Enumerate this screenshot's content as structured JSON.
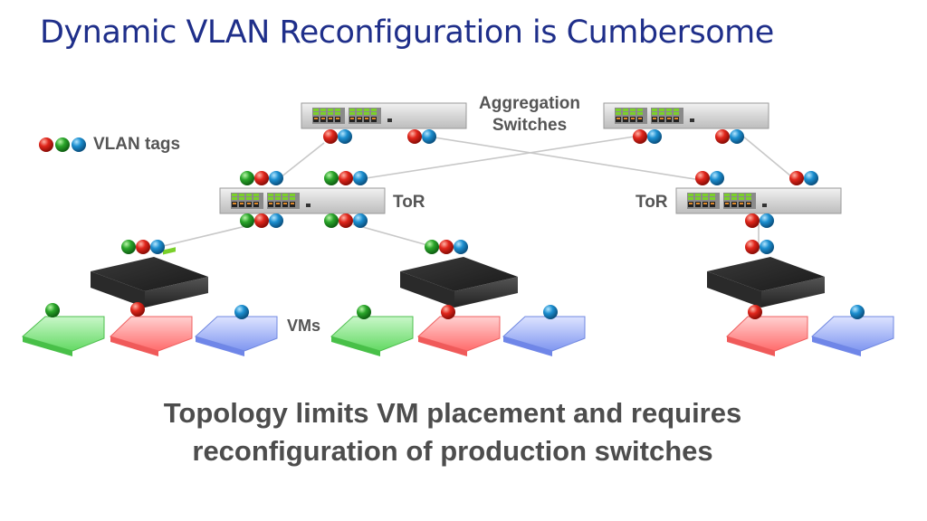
{
  "slide": {
    "title": "Dynamic VLAN Reconfiguration is Cumbersome",
    "caption_line1": "Topology limits VM placement and requires",
    "caption_line2": "reconfiguration of production switches"
  },
  "labels": {
    "aggregation": "Aggregation",
    "switches": "Switches",
    "vlan_tags": "VLAN tags",
    "tor_left": "ToR",
    "tor_right": "ToR",
    "vms": "VMs"
  },
  "colors": {
    "tag_green": "#2aa52a",
    "tag_red": "#e0261c",
    "tag_blue": "#1c8fd0",
    "vm_green": "#7ee67e",
    "vm_red": "#ff8a8a",
    "vm_blue": "#97a9f4",
    "title": "#1f2f8a",
    "text": "#555555"
  },
  "icons": [
    "switch-icon",
    "server-icon",
    "vm-icon",
    "vlan-tag-icon"
  ]
}
